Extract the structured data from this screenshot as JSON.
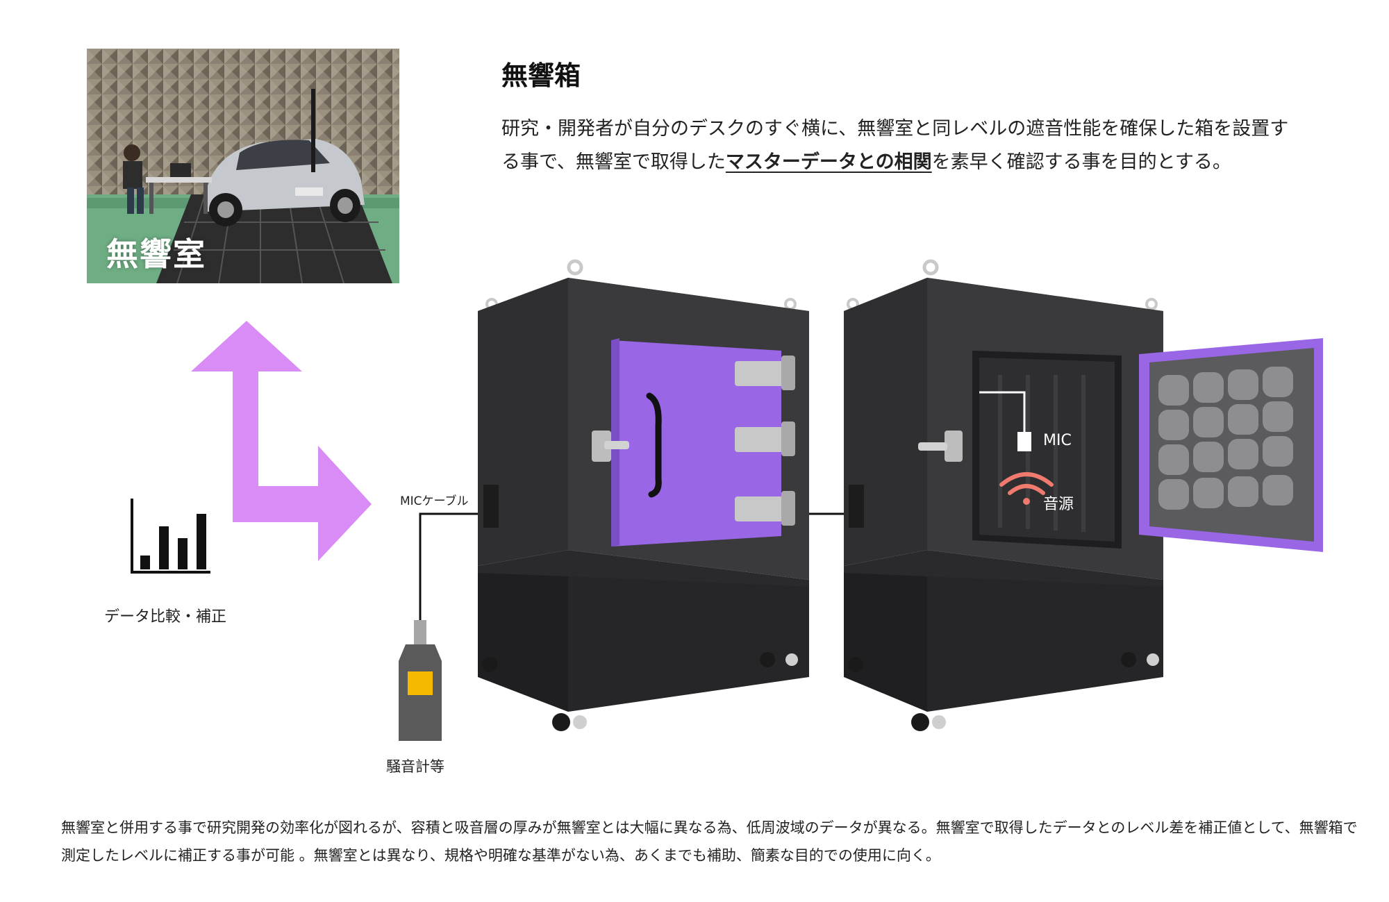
{
  "photo": {
    "label": "無響室"
  },
  "header": {
    "title": "無響箱",
    "desc_before": "研究・開発者が自分のデスクのすぐ横に、無響室と同レベルの遮音性能を確保した箱を設置する事で、無響室で取得した",
    "desc_emphasis": "マスターデータとの相関",
    "desc_after": "を素早く確認する事を目的とする。"
  },
  "diagram": {
    "cable_label": "MICケーブル",
    "meter_label": "騒音計等",
    "compare_label": "データ比較・補正",
    "mic_label": "MIC",
    "source_label": "音源",
    "colors": {
      "arrow": "#d98cf5",
      "door": "#9966e6",
      "box": "#3a3a3d",
      "base": "#222224",
      "wifi": "#f07a6e"
    }
  },
  "footer": {
    "note": "無響室と併用する事で研究開発の効率化が図れるが、容積と吸音層の厚みが無響室とは大幅に異なる為、低周波域のデータが異なる。無響室で取得したデータとのレベル差を補正値として、無響箱で測定したレベルに補正する事が可能 。無響室とは異なり、規格や明確な基準がない為、あくまでも補助、簡素な目的での使用に向く。"
  }
}
